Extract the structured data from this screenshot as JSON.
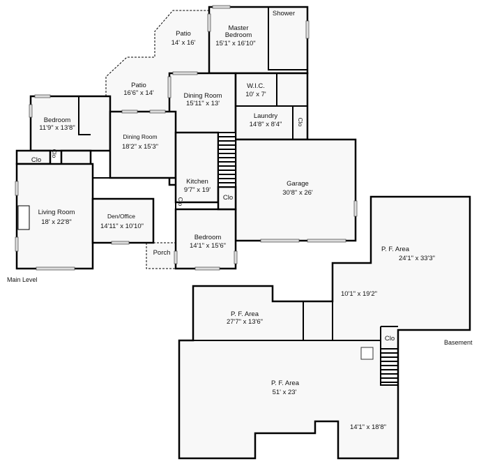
{
  "main_level": {
    "caption": "Main Level",
    "rooms": {
      "master_bedroom": {
        "name1": "Master",
        "name2": "Bedroom",
        "size": "15'1\" x 16'10\""
      },
      "shower": {
        "name": "Shower"
      },
      "patio_upper": {
        "name": "Patio",
        "size": "14' x 16'"
      },
      "patio_lower": {
        "name": "Patio",
        "size": "16'6\" x 14'"
      },
      "wic": {
        "name": "W.I.C.",
        "size": "10' x 7'"
      },
      "dining_room_upper": {
        "name": "Dining Room",
        "size": "15'11\" x 13'"
      },
      "laundry": {
        "name": "Laundry",
        "size": "14'8\" x 8'4\""
      },
      "laundry_closet": {
        "name": "Clo"
      },
      "bedroom_left": {
        "name": "Bedroom",
        "size": "11'9\" x 13'8\""
      },
      "dining_room_center": {
        "name": "Dining Room",
        "size": "18'2\" x 15'3\""
      },
      "closet_left": {
        "name": "Clo"
      },
      "closet_left_small": {
        "name": "Clo"
      },
      "garage": {
        "name": "Garage",
        "size": "30'8\" x 26'"
      },
      "kitchen": {
        "name": "Kitchen",
        "size": "9'7\" x 19'"
      },
      "kitchen_closet": {
        "name": "Clo"
      },
      "hall_closet": {
        "name": "Clo"
      },
      "living_room": {
        "name": "Living Room",
        "size": "18' x 22'8\""
      },
      "den_office": {
        "name": "Den/Office",
        "size": "14'11\" x 10'10\""
      },
      "bedroom_bottom": {
        "name": "Bedroom",
        "size": "14'1\" x 15'6\""
      },
      "porch": {
        "name": "Porch"
      }
    }
  },
  "basement": {
    "caption": "Basement",
    "rooms": {
      "pf_area_right": {
        "name": "P. F. Area",
        "size": "24'1\" x 33'3\""
      },
      "pf_area_right_ext": {
        "size": "10'1\" x 19'2\""
      },
      "pf_area_left": {
        "name": "P. F. Area",
        "size": "27'7\" x 13'6\""
      },
      "pf_area_main": {
        "name": "P. F. Area",
        "size": "51' x 23'"
      },
      "pf_area_main_ext": {
        "size": "14'1\" x 18'8\""
      },
      "closet": {
        "name": "Clo"
      }
    }
  }
}
